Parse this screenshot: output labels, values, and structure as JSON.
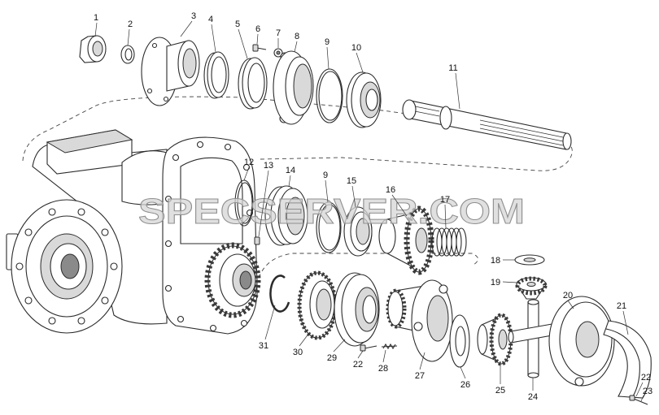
{
  "watermark": "SPECSERVER.COM",
  "callouts": [
    "1",
    "2",
    "3",
    "4",
    "5",
    "6",
    "7",
    "8",
    "9",
    "10",
    "11",
    "12",
    "13",
    "14",
    "9",
    "15",
    "16",
    "17",
    "18",
    "19",
    "20",
    "21",
    "22",
    "23",
    "24",
    "25",
    "26",
    "27",
    "28",
    "22",
    "29",
    "30",
    "31"
  ]
}
